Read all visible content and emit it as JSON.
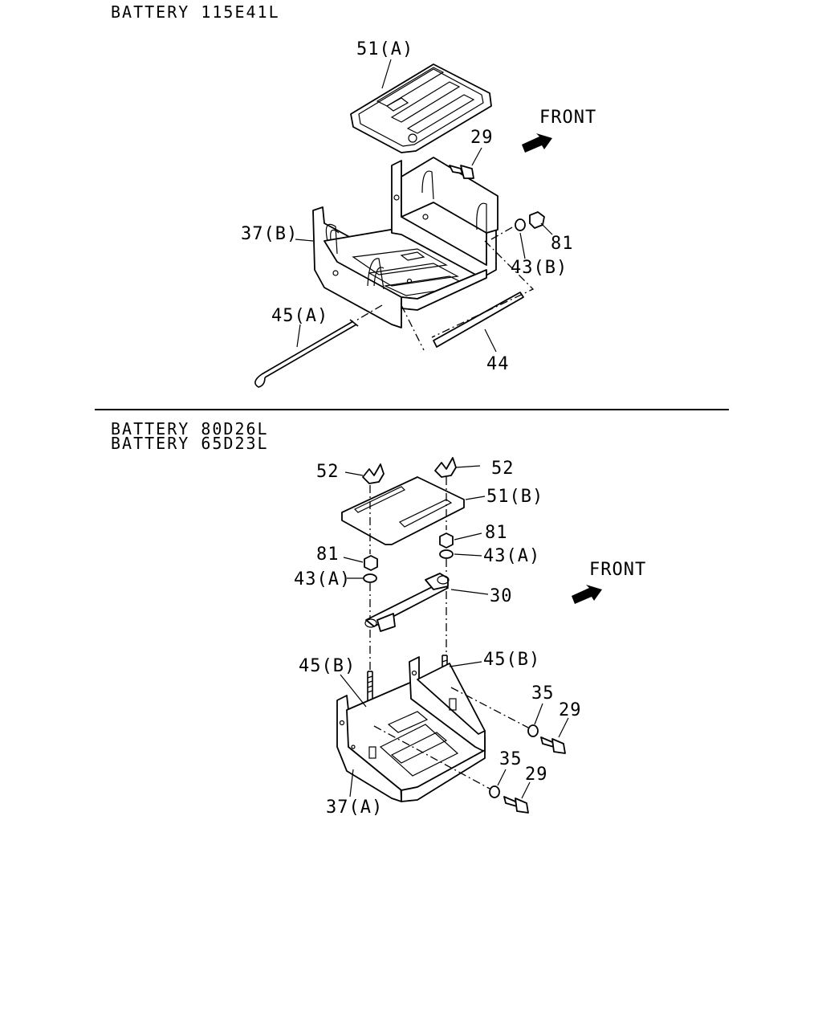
{
  "sections": [
    {
      "headers": [
        "BATTERY 115E41L"
      ],
      "callouts": {
        "c51A": "51(A)",
        "c29": "29",
        "c37B": "37(B)",
        "c81": "81",
        "c43B": "43(B)",
        "c45A": "45(A)",
        "c44": "44"
      },
      "front_label": "FRONT"
    },
    {
      "headers": [
        "BATTERY 80D26L",
        "BATTERY 65D23L"
      ],
      "callouts": {
        "c52a": "52",
        "c52b": "52",
        "c51B": "51(B)",
        "c81a": "81",
        "c81b": "81",
        "c43Aa": "43(A)",
        "c43Ab": "43(A)",
        "c30": "30",
        "c45Ba": "45(B)",
        "c45Bb": "45(B)",
        "c35a": "35",
        "c35b": "35",
        "c29a": "29",
        "c29b": "29",
        "c37A": "37(A)"
      },
      "front_label": "FRONT"
    }
  ]
}
